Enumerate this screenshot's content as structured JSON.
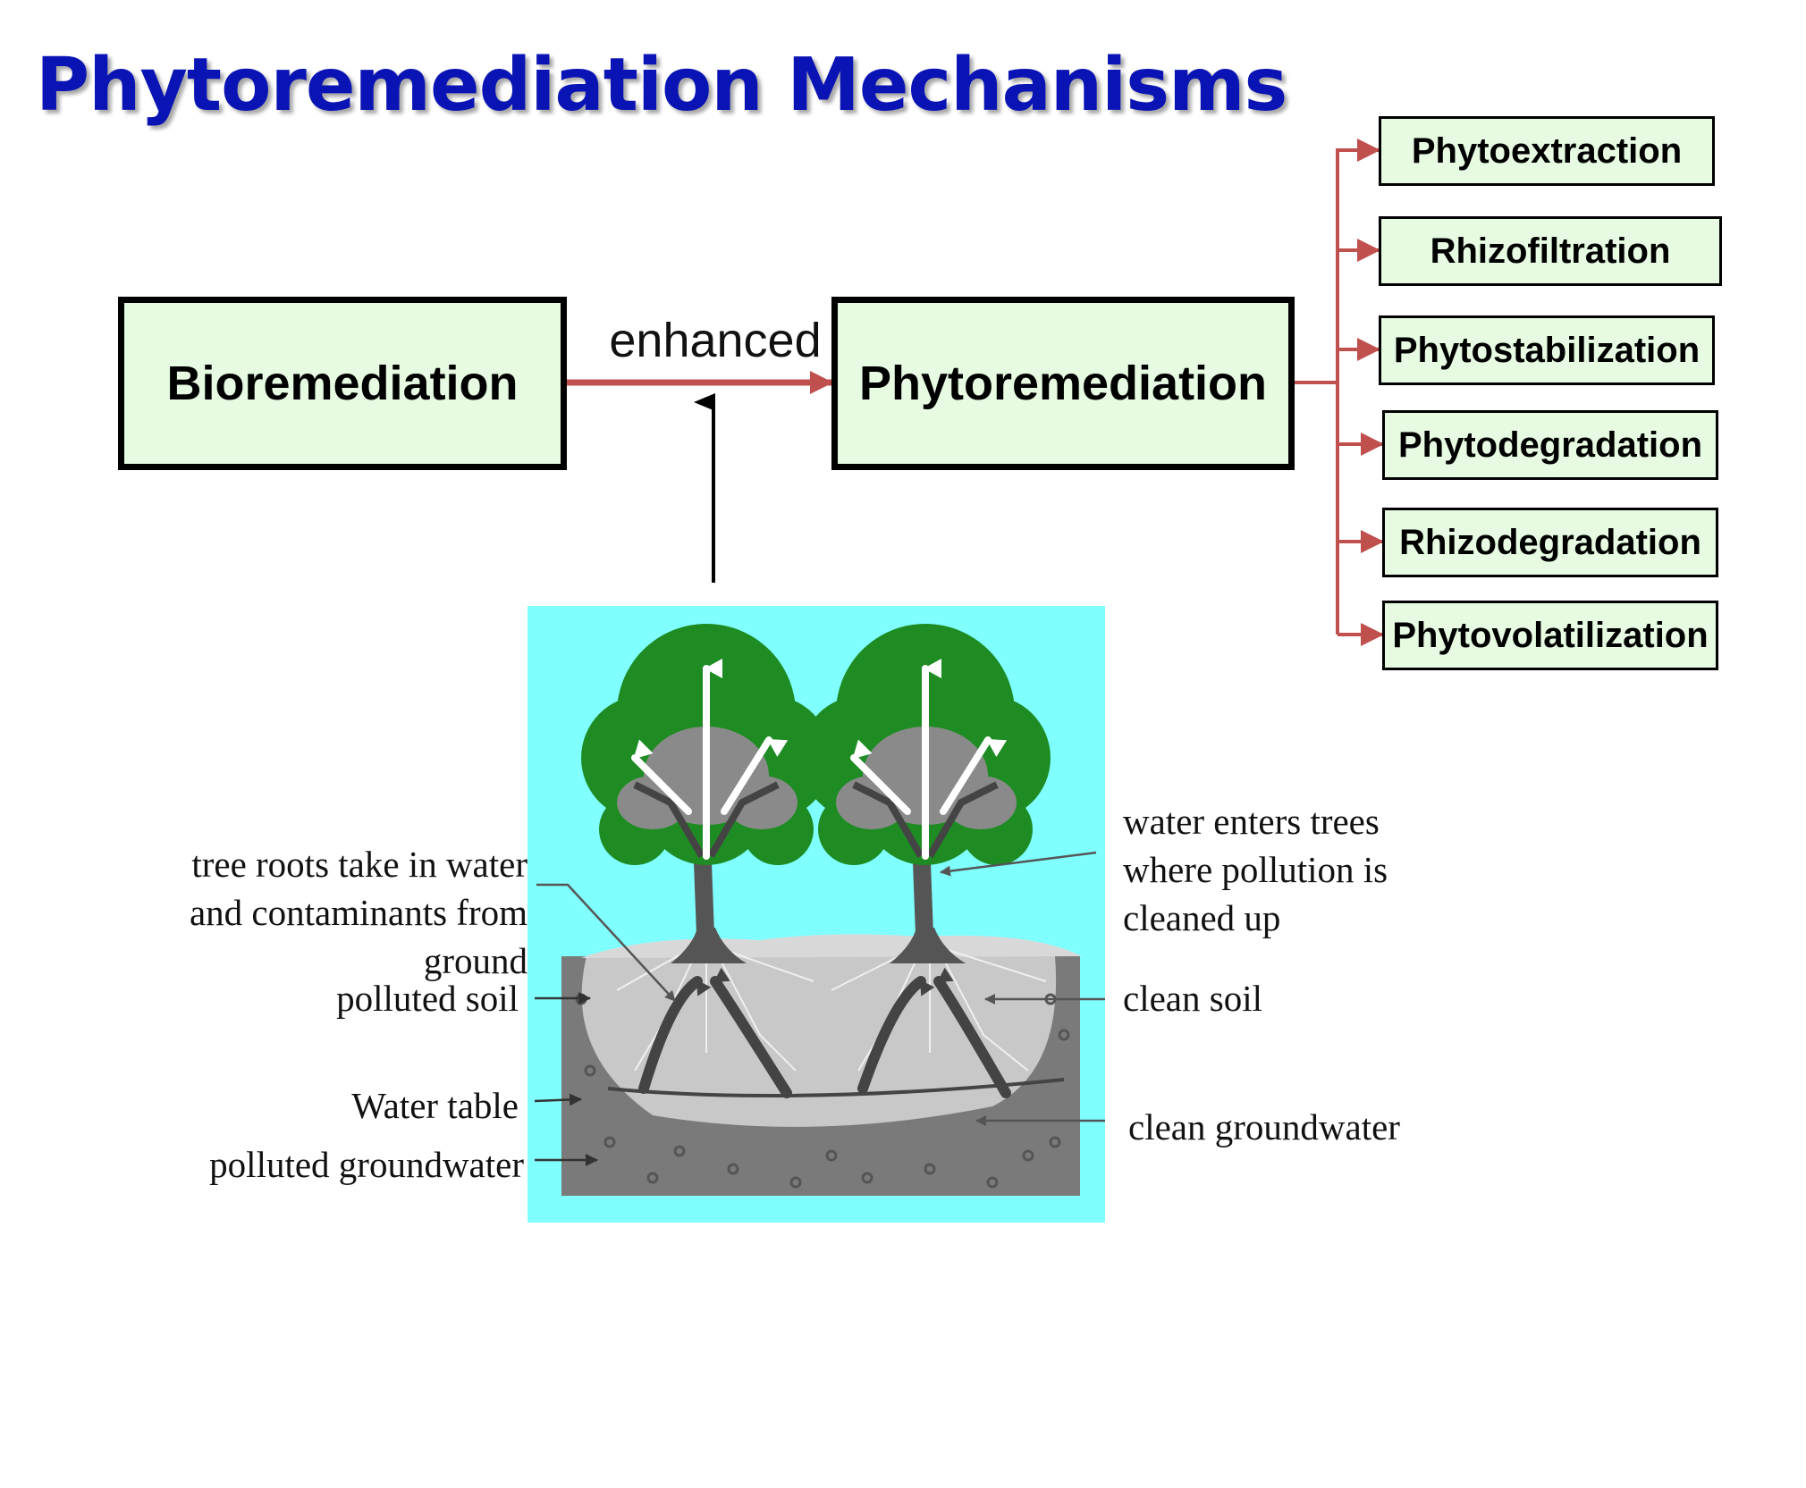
{
  "title": "Phytoremediation Mechanisms",
  "flow": {
    "source": "Bioremediation",
    "edge_label": "enhanced",
    "target": "Phytoremediation"
  },
  "mechanisms": [
    "Phytoextraction",
    "Rhizofiltration",
    "Phytostabilization",
    "Phytodegradation",
    "Rhizodegradation",
    "Phytovolatilization"
  ],
  "illustration": {
    "left_labels": {
      "roots": [
        "tree roots take in water",
        "and contaminants from",
        "ground"
      ],
      "polluted_soil": "polluted soil",
      "water_table": "Water table",
      "polluted_groundwater": "polluted groundwater"
    },
    "right_labels": {
      "water_enters": [
        "water enters trees",
        "where pollution is",
        "cleaned up"
      ],
      "clean_soil": "clean soil",
      "clean_groundwater": "clean groundwater"
    }
  },
  "colors": {
    "title": "#0a14b4",
    "box_fill": "#e6fbe1",
    "connector": "#c0504d",
    "sky": "#80ffff",
    "foliage": "#1e8c23",
    "soil_dark": "#7a7a7a",
    "soil_light": "#c8c8c8"
  }
}
